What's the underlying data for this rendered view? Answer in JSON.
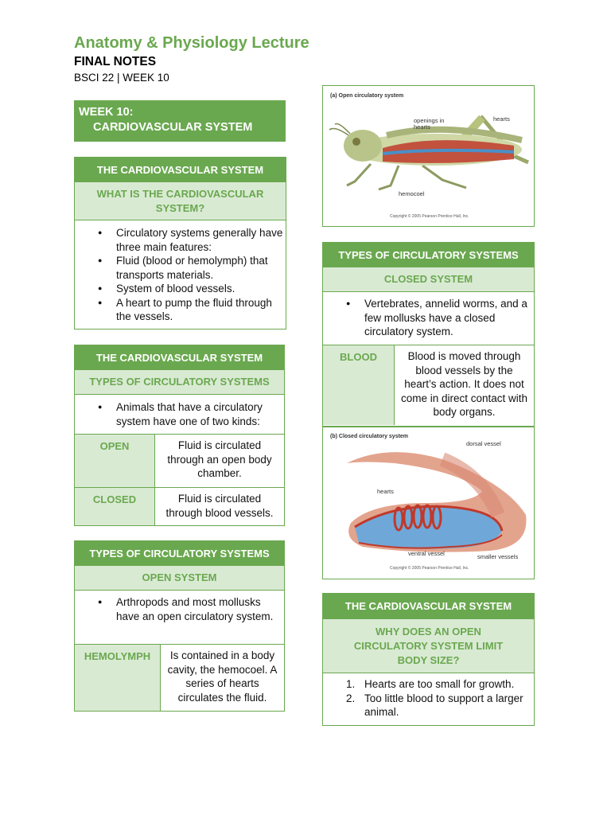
{
  "header": {
    "title": "Anatomy & Physiology Lecture",
    "subtitle": "FINAL NOTES",
    "course": "BSCI 22 | WEEK 10"
  },
  "week_box": {
    "line1": "WEEK 10:",
    "line2": "CARDIOVASCULAR SYSTEM"
  },
  "table1": {
    "header": "THE CARDIOVASCULAR SYSTEM",
    "subheader": "WHAT IS THE CARDIOVASCULAR SYSTEM?",
    "bullets": [
      "Circulatory systems generally have three main features:",
      "Fluid (blood or hemolymph) that transports materials.",
      "System of blood vessels.",
      "A heart to pump the fluid through the vessels."
    ]
  },
  "table2": {
    "header": "THE CARDIOVASCULAR SYSTEM",
    "subheader": "TYPES OF CIRCULATORY SYSTEMS",
    "bullets": [
      "Animals that have a circulatory system have one of two kinds:"
    ],
    "rows": [
      {
        "label": "OPEN",
        "text": "Fluid is circulated through an open body chamber."
      },
      {
        "label": "CLOSED",
        "text": "Fluid is circulated through blood vessels."
      }
    ]
  },
  "table3": {
    "header": "TYPES OF CIRCULATORY SYSTEMS",
    "subheader": "OPEN SYSTEM",
    "bullets": [
      "Arthropods and most mollusks have an open circulatory system."
    ],
    "rows": [
      {
        "label": "HEMOLYMPH",
        "text": "Is contained in a body cavity, the hemocoel. A series of hearts circulates the fluid."
      }
    ]
  },
  "figure_a": {
    "caption": "(a) Open circulatory system",
    "labels": {
      "openings": "openings in hearts",
      "hearts": "hearts",
      "hemocoel": "hemocoel"
    },
    "copyright": "Copyright © 2005 Pearson Prentice Hall, Inc."
  },
  "table4": {
    "header": "TYPES OF CIRCULATORY SYSTEMS",
    "subheader": "CLOSED SYSTEM",
    "bullets": [
      "Vertebrates, annelid worms, and a few mollusks have a closed circulatory system."
    ],
    "rows": [
      {
        "label": "BLOOD",
        "text": "Blood is moved through blood vessels by the heart’s action. It does not come in direct contact with body organs."
      }
    ]
  },
  "figure_b": {
    "caption": "(b) Closed circulatory system",
    "labels": {
      "dorsal": "dorsal vessel",
      "hearts": "hearts",
      "ventral": "ventral vessel",
      "smaller": "smaller vessels"
    },
    "copyright": "Copyright © 2005 Pearson Prentice Hall, Inc."
  },
  "table5": {
    "header": "THE CARDIOVASCULAR SYSTEM",
    "subheader": "WHY DOES AN OPEN CIRCULATORY SYSTEM LIMIT BODY SIZE?",
    "items": [
      {
        "num": "1.",
        "text": "Hearts are too small for growth."
      },
      {
        "num": "2.",
        "text": "Too little blood to support a larger animal."
      }
    ]
  },
  "colors": {
    "accent": "#6aa84f",
    "light": "#d9ead3"
  }
}
